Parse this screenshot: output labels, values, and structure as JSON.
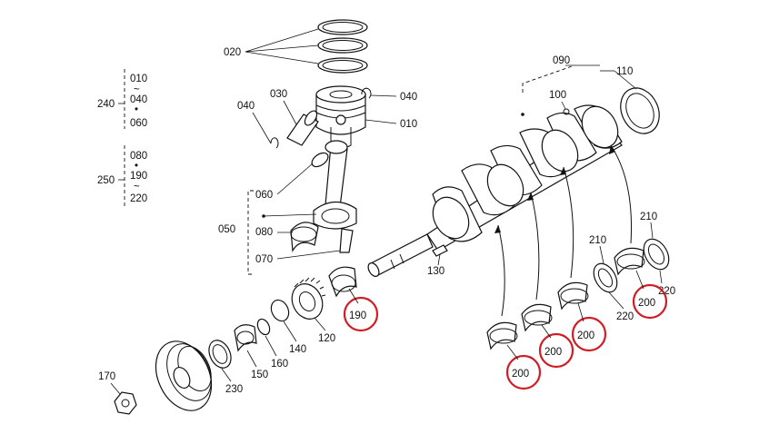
{
  "labels": {
    "p010": "010",
    "p020": "020",
    "p030": "030",
    "p040a": "040",
    "p040b": "040",
    "p050": "050",
    "p060": "060",
    "p070": "070",
    "p080": "080",
    "p090": "090",
    "p100": "100",
    "p110": "110",
    "p120": "120",
    "p130": "130",
    "p140": "140",
    "p150": "150",
    "p160": "160",
    "p170": "170",
    "p190": "190",
    "p200a": "200",
    "p200b": "200",
    "p200c": "200",
    "p200d": "200",
    "p210a": "210",
    "p210b": "210",
    "p220a": "220",
    "p220b": "220",
    "p230": "230",
    "p240": "240",
    "p250": "250"
  },
  "legend": {
    "g240": {
      "a": "010",
      "b": "040",
      "c": "060"
    },
    "g250": {
      "a": "080",
      "b": "190",
      "c": "220"
    },
    "range_mark": "~",
    "dot_mark": "•"
  },
  "highlight_color": "#d01c24"
}
